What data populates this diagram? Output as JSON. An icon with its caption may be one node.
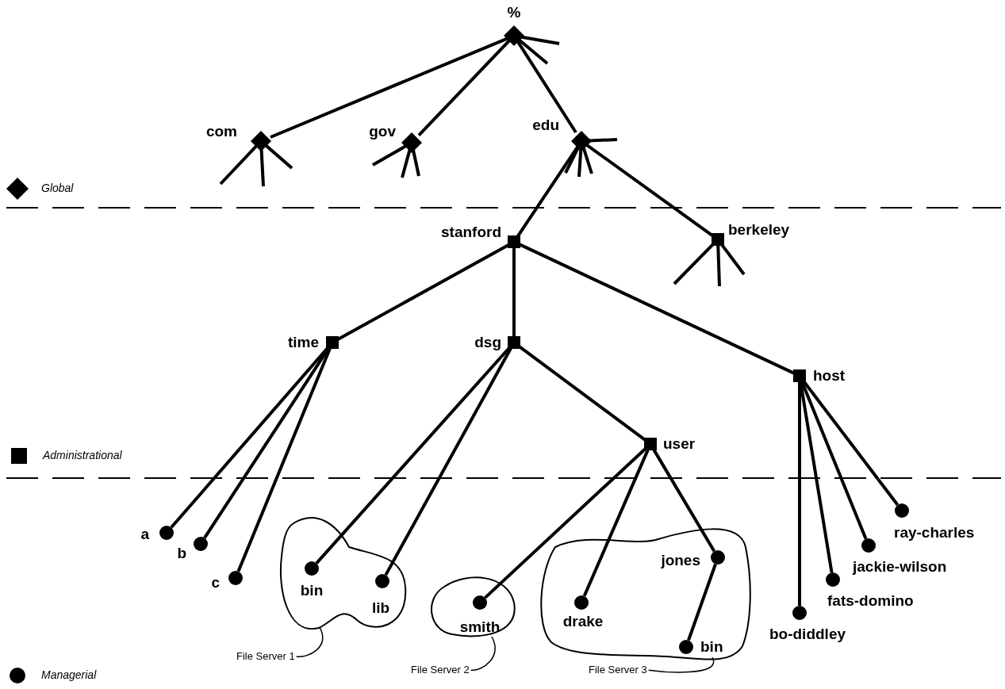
{
  "diagram": {
    "nodes": [
      {
        "text": [
          "%"
        ]
      },
      {
        "text": [
          "com"
        ]
      },
      {
        "text": [
          "gov"
        ]
      },
      {
        "text": [
          "edu"
        ]
      },
      {
        "text": [
          "stanford"
        ]
      },
      {
        "text": [
          "berkeley"
        ]
      },
      {
        "text": [
          "time"
        ]
      },
      {
        "text": [
          "dsg"
        ]
      },
      {
        "text": [
          "host"
        ]
      },
      {
        "text": [
          "user"
        ]
      },
      {
        "text": [
          "a"
        ]
      },
      {
        "text": [
          "b"
        ]
      },
      {
        "text": [
          "c"
        ]
      },
      {
        "text": [],
        "shape": "cloud"
      },
      {
        "text": [
          "bin"
        ],
        "in": 13
      },
      {
        "text": [
          "lib"
        ],
        "in": 13
      },
      {
        "text": [],
        "shape": "cloud"
      },
      {
        "text": [
          "smith"
        ],
        "in": 16
      },
      {
        "text": [],
        "shape": "cloud"
      },
      {
        "text": [
          "drake"
        ],
        "in": 18
      },
      {
        "text": [
          "jones"
        ],
        "in": 18
      },
      {
        "text": [
          "bin"
        ],
        "in": 18
      },
      {
        "text": [
          "ray-charles"
        ]
      },
      {
        "text": [
          "jackie-wilson"
        ]
      },
      {
        "text": [
          "fats-domino"
        ]
      },
      {
        "text": [
          "bo-diddley"
        ]
      },
      {
        "text": [
          "File Server 1"
        ]
      },
      {
        "text": [
          "File Server 2"
        ]
      },
      {
        "text": [
          "File Server 3"
        ]
      }
    ],
    "edges": [
      {
        "from": 0,
        "to": 1,
        "arrow": "none"
      },
      {
        "from": 0,
        "to": 2,
        "arrow": "none"
      },
      {
        "from": 0,
        "to": 3,
        "arrow": "none"
      },
      {
        "from": 3,
        "to": 4,
        "arrow": "none"
      },
      {
        "from": 3,
        "to": 5,
        "arrow": "none"
      },
      {
        "from": 4,
        "to": 6,
        "arrow": "none"
      },
      {
        "from": 4,
        "to": 7,
        "arrow": "none"
      },
      {
        "from": 4,
        "to": 8,
        "arrow": "none"
      },
      {
        "from": 6,
        "to": 10,
        "arrow": "none"
      },
      {
        "from": 6,
        "to": 11,
        "arrow": "none"
      },
      {
        "from": 6,
        "to": 12,
        "arrow": "none"
      },
      {
        "from": 7,
        "to": 14,
        "arrow": "none"
      },
      {
        "from": 7,
        "to": 15,
        "arrow": "none"
      },
      {
        "from": 7,
        "to": 9,
        "arrow": "none"
      },
      {
        "from": 9,
        "to": 17,
        "arrow": "none"
      },
      {
        "from": 9,
        "to": 19,
        "arrow": "none"
      },
      {
        "from": 9,
        "to": 20,
        "arrow": "none"
      },
      {
        "from": 20,
        "to": 21,
        "arrow": "none"
      },
      {
        "from": 8,
        "to": 22,
        "arrow": "none"
      },
      {
        "from": 8,
        "to": 23,
        "arrow": "none"
      },
      {
        "from": 8,
        "to": 24,
        "arrow": "none"
      },
      {
        "from": 8,
        "to": 25,
        "arrow": "none"
      },
      {
        "from": 26,
        "to": 13,
        "arrow": "none"
      },
      {
        "from": 27,
        "to": 16,
        "arrow": "none"
      },
      {
        "from": 28,
        "to": 18,
        "arrow": "none"
      },
      {
        "from": 0,
        "to": null,
        "arrow": "none"
      },
      {
        "from": 0,
        "to": null,
        "arrow": "none"
      },
      {
        "from": 1,
        "to": null,
        "arrow": "none"
      },
      {
        "from": 1,
        "to": null,
        "arrow": "none"
      },
      {
        "from": 1,
        "to": null,
        "arrow": "none"
      },
      {
        "from": 2,
        "to": null,
        "arrow": "none"
      },
      {
        "from": 2,
        "to": null,
        "arrow": "none"
      },
      {
        "from": 2,
        "to": null,
        "arrow": "none"
      },
      {
        "from": 3,
        "to": null,
        "arrow": "none"
      },
      {
        "from": 3,
        "to": null,
        "arrow": "none"
      },
      {
        "from": 3,
        "to": null,
        "arrow": "none"
      },
      {
        "from": 3,
        "to": null,
        "arrow": "none"
      },
      {
        "from": 5,
        "to": null,
        "arrow": "none"
      },
      {
        "from": 5,
        "to": null,
        "arrow": "none"
      },
      {
        "from": 5,
        "to": null,
        "arrow": "none"
      }
    ],
    "legend": [
      {
        "text": "Global"
      },
      {
        "text": "Administrational"
      },
      {
        "text": "Managerial"
      }
    ]
  }
}
